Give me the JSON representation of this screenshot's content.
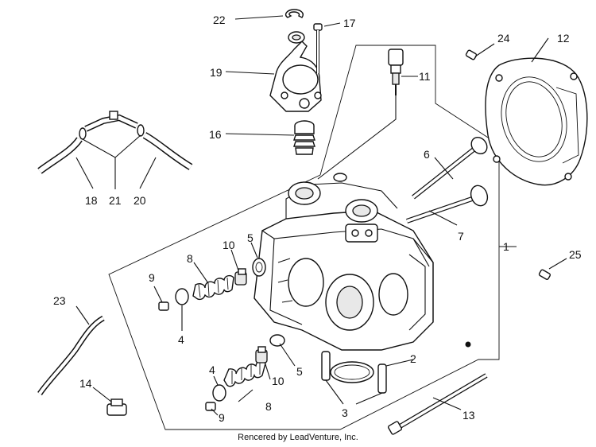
{
  "diagram": {
    "callouts": [
      {
        "id": "c1",
        "text": "1"
      },
      {
        "id": "c2",
        "text": "2"
      },
      {
        "id": "c3",
        "text": "3"
      },
      {
        "id": "c4a",
        "text": "4"
      },
      {
        "id": "c4b",
        "text": "4"
      },
      {
        "id": "c5a",
        "text": "5"
      },
      {
        "id": "c5b",
        "text": "5"
      },
      {
        "id": "c6",
        "text": "6"
      },
      {
        "id": "c7",
        "text": "7"
      },
      {
        "id": "c8a",
        "text": "8"
      },
      {
        "id": "c8b",
        "text": "8"
      },
      {
        "id": "c9a",
        "text": "9"
      },
      {
        "id": "c9b",
        "text": "9"
      },
      {
        "id": "c10a",
        "text": "10"
      },
      {
        "id": "c10b",
        "text": "10"
      },
      {
        "id": "c11",
        "text": "11"
      },
      {
        "id": "c12",
        "text": "12"
      },
      {
        "id": "c13",
        "text": "13"
      },
      {
        "id": "c14",
        "text": "14"
      },
      {
        "id": "c16",
        "text": "16"
      },
      {
        "id": "c17",
        "text": "17"
      },
      {
        "id": "c18",
        "text": "18"
      },
      {
        "id": "c19",
        "text": "19"
      },
      {
        "id": "c20",
        "text": "20"
      },
      {
        "id": "c21",
        "text": "21"
      },
      {
        "id": "c22",
        "text": "22"
      },
      {
        "id": "c23",
        "text": "23"
      },
      {
        "id": "c24",
        "text": "24"
      },
      {
        "id": "c25",
        "text": "25"
      }
    ],
    "footer": "Rencered by LeadVenture, Inc."
  }
}
